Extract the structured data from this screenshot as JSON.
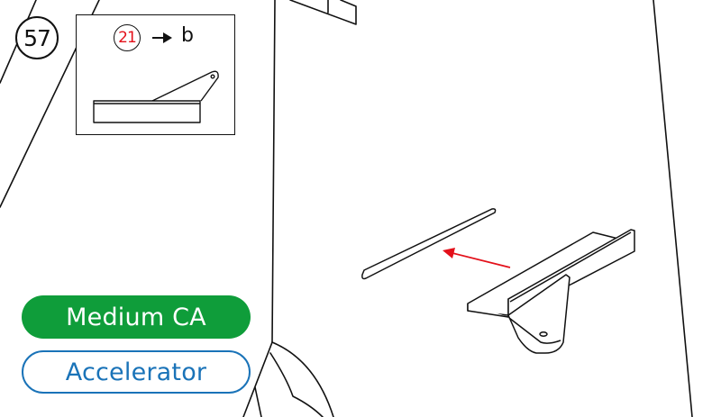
{
  "step": {
    "number": "57"
  },
  "callout": {
    "part_ref": "21",
    "arrow_icon": "right-arrow",
    "target_label": "b"
  },
  "labels": {
    "difficulty": "Medium CA",
    "category": "Accelerator"
  },
  "colors": {
    "line": "#111111",
    "part_ref": "#e3101a",
    "arrow": "#e3101a",
    "difficulty_bg": "#0f9d3a",
    "category_border": "#1a73b8",
    "background": "#ffffff"
  }
}
